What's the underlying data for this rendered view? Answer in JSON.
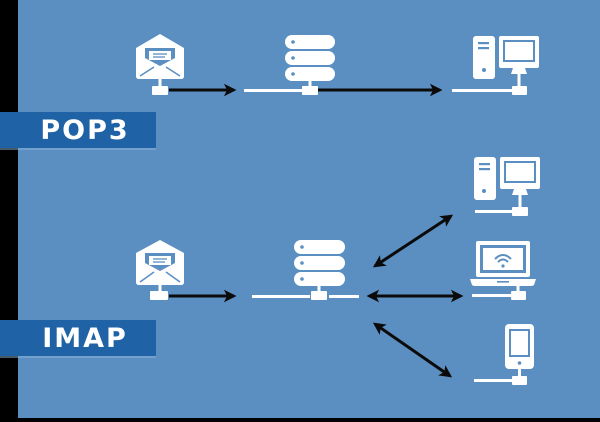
{
  "colors": {
    "background": "#5b8fc1",
    "left_strip": "#000000",
    "label_bar": "#1f63a6",
    "icon": "#ffffff",
    "arrow": "#0b0b0b"
  },
  "sections": [
    {
      "label": "POP3",
      "nodes": [
        {
          "id": "mail",
          "icon": "envelope-icon"
        },
        {
          "id": "server",
          "icon": "server-icon"
        },
        {
          "id": "desktop",
          "icon": "desktop-computer-icon"
        }
      ],
      "arrows": [
        {
          "from": "mail",
          "to": "server",
          "direction": "one-way"
        },
        {
          "from": "server",
          "to": "desktop",
          "direction": "one-way"
        }
      ]
    },
    {
      "label": "IMAP",
      "nodes": [
        {
          "id": "mail",
          "icon": "envelope-icon"
        },
        {
          "id": "server",
          "icon": "server-icon"
        },
        {
          "id": "desktop",
          "icon": "desktop-computer-icon"
        },
        {
          "id": "laptop",
          "icon": "laptop-wifi-icon"
        },
        {
          "id": "phone",
          "icon": "smartphone-icon"
        }
      ],
      "arrows": [
        {
          "from": "mail",
          "to": "server",
          "direction": "one-way"
        },
        {
          "from": "server",
          "to": "desktop",
          "direction": "two-way"
        },
        {
          "from": "server",
          "to": "laptop",
          "direction": "two-way"
        },
        {
          "from": "server",
          "to": "phone",
          "direction": "two-way"
        }
      ]
    }
  ]
}
